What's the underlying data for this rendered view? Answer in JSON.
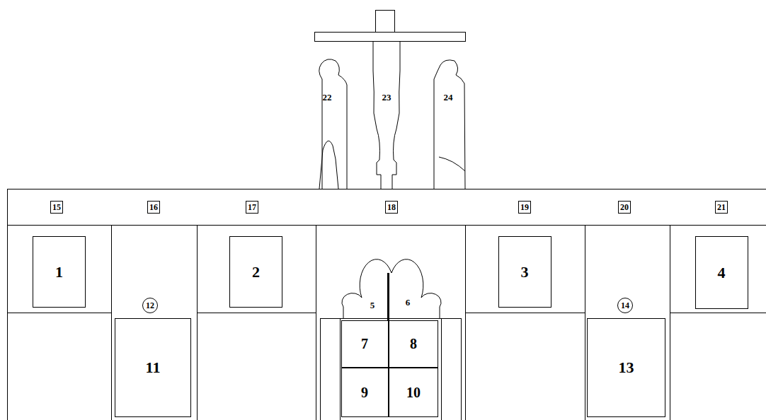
{
  "diagram": {
    "nodes": [
      {
        "text": [
          "15"
        ]
      },
      {
        "text": [
          "16"
        ]
      },
      {
        "text": [
          "17"
        ]
      },
      {
        "text": [
          "18"
        ]
      },
      {
        "text": [
          "19"
        ]
      },
      {
        "text": [
          "20"
        ]
      },
      {
        "text": [
          "21"
        ]
      },
      {
        "text": [
          "1"
        ]
      },
      {
        "text": [
          "12"
        ]
      },
      {
        "text": [
          "2"
        ]
      },
      {
        "text": [
          "3"
        ]
      },
      {
        "text": [
          "14"
        ]
      },
      {
        "text": [
          "4"
        ]
      },
      {
        "text": [
          "11"
        ]
      },
      {
        "text": [
          "7"
        ]
      },
      {
        "text": [
          "8"
        ]
      },
      {
        "text": [
          "9"
        ]
      },
      {
        "text": [
          "10"
        ]
      },
      {
        "text": [
          "13"
        ]
      }
    ],
    "labels": [
      "22",
      "23",
      "24",
      "5",
      "6"
    ]
  }
}
